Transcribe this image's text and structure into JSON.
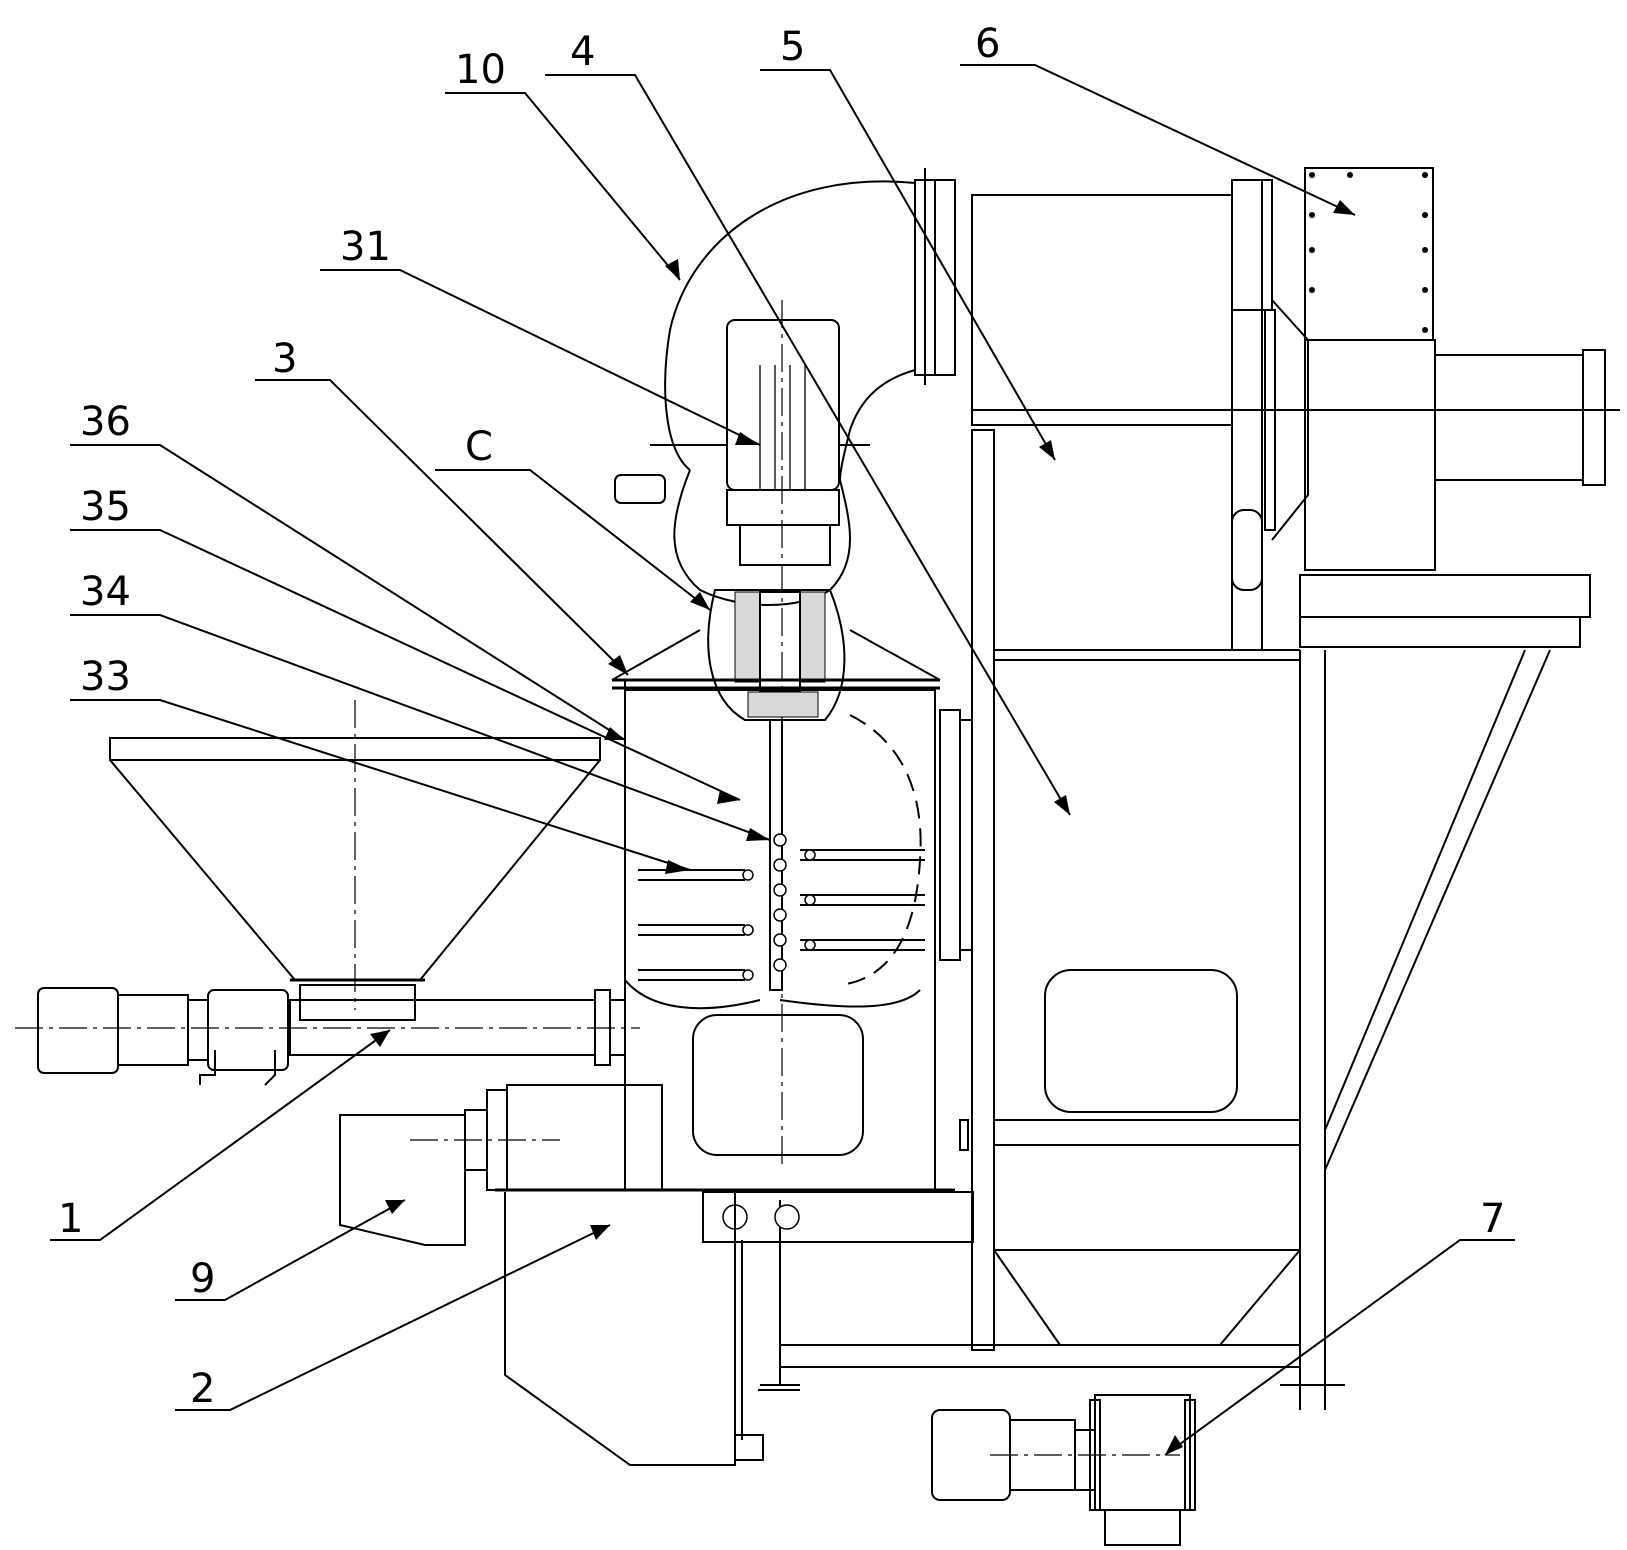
{
  "callouts": [
    {
      "id": "c1",
      "text": "1"
    },
    {
      "id": "c2",
      "text": "2"
    },
    {
      "id": "c3",
      "text": "3"
    },
    {
      "id": "c4",
      "text": "4"
    },
    {
      "id": "c5",
      "text": "5"
    },
    {
      "id": "c6",
      "text": "6"
    },
    {
      "id": "c7",
      "text": "7"
    },
    {
      "id": "c9",
      "text": "9"
    },
    {
      "id": "c10",
      "text": "10"
    },
    {
      "id": "c31",
      "text": "31"
    },
    {
      "id": "c33",
      "text": "33"
    },
    {
      "id": "c34",
      "text": "34"
    },
    {
      "id": "c35",
      "text": "35"
    },
    {
      "id": "c36",
      "text": "36"
    },
    {
      "id": "cC",
      "text": "C"
    }
  ]
}
